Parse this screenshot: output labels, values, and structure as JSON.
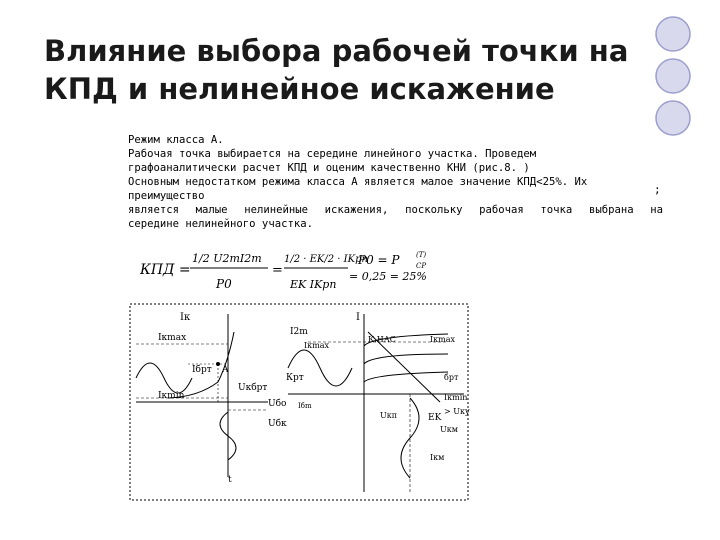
{
  "slide": {
    "title_line1": "Влияние выбора рабочей точки на",
    "title_line2": "КПД и нелинейное искажение"
  },
  "body": {
    "line1": "Режим класса А.",
    "line2": "Рабочая точка выбирается на середине линейного участка. Проведем",
    "line3": "графоаналитически расчет КПД и оценим качественно КНИ (рис.8. )",
    "line4": "Основным недостатком режима класса А является малое значение КПД<25%. Их",
    "line4_tail": ";",
    "line5": "преимущество",
    "line6": "является малые нелинейные искажения, поскольку рабочая точка выбрана на",
    "line7": "середине нелинейного участка."
  },
  "formula": {
    "lhs": "КПД =",
    "frac1_num": "1/2 U2mI2m",
    "frac1_den": "P0",
    "eq": "=",
    "frac2_num": "1/2 · EK/2 · IKpn",
    "frac2_den": "EK IKpn",
    "result": "= 0,25 = 25%",
    "p0": "P0 = P",
    "p0_sub": "CP",
    "p0_sup": "(T)"
  },
  "diagram": {
    "ik_axis": "Iк",
    "ikmax_left": "Iкmax",
    "ibrt": "Iбрт",
    "a": "A",
    "ukbrt": "Uкбрт",
    "ikmin_left": "Iкmin",
    "ubo": "Uбо",
    "ubk": "Uбк",
    "t_bottom": "t",
    "i_axis2": "I",
    "i2m": "I2m",
    "ikmax_mid": "Iкmax",
    "knas": "К.НАС",
    "ikmax_right": "Iкmax",
    "krt": "Крт",
    "brt": "брт",
    "ikmin_right": "Iкmin",
    "ukn": "Uкп",
    "ek": "EK",
    "uky": "> Uку",
    "ukm": "Uкм",
    "ubm": "Iбm",
    "ikm": "Iкм"
  }
}
